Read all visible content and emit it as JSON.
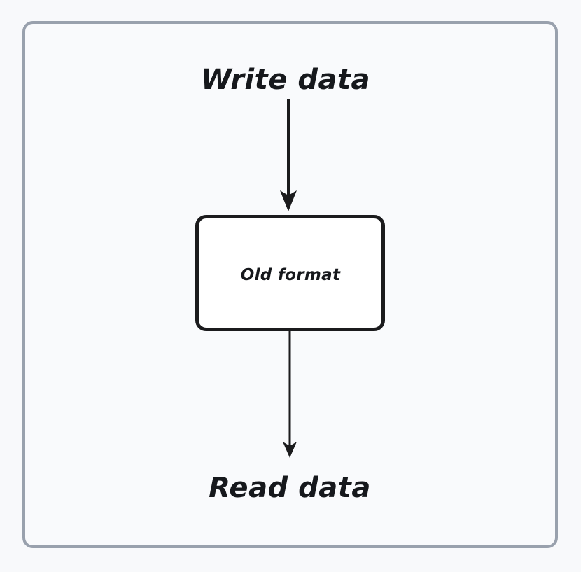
{
  "diagram": {
    "type": "flowchart",
    "direction": "top-to-bottom",
    "background_color": "#f8f9fb",
    "frame": {
      "border_color": "#99a1ad",
      "fill_color": "#f9fafc"
    },
    "nodes": [
      {
        "id": "write-data",
        "label": "Write data",
        "shape": "text",
        "text_color": "#16181c",
        "font_size": "40px"
      },
      {
        "id": "old-format",
        "label": "Old format",
        "shape": "rounded-rectangle",
        "fill_color": "#ffffff",
        "border_color": "#1b1b1d",
        "text_color": "#16181c",
        "font_size": "23px"
      },
      {
        "id": "read-data",
        "label": "Read data",
        "shape": "text",
        "text_color": "#16181c",
        "font_size": "40px"
      }
    ],
    "edges": [
      {
        "id": "write-to-old-format",
        "from": "write-data",
        "to": "old-format",
        "label": "",
        "style": "solid",
        "arrowhead": "filled-triangle",
        "color": "#1b1b1d"
      },
      {
        "id": "old-format-to-read",
        "from": "old-format",
        "to": "read-data",
        "label": "",
        "style": "solid",
        "arrowhead": "filled-triangle",
        "color": "#1b1b1d"
      }
    ]
  }
}
